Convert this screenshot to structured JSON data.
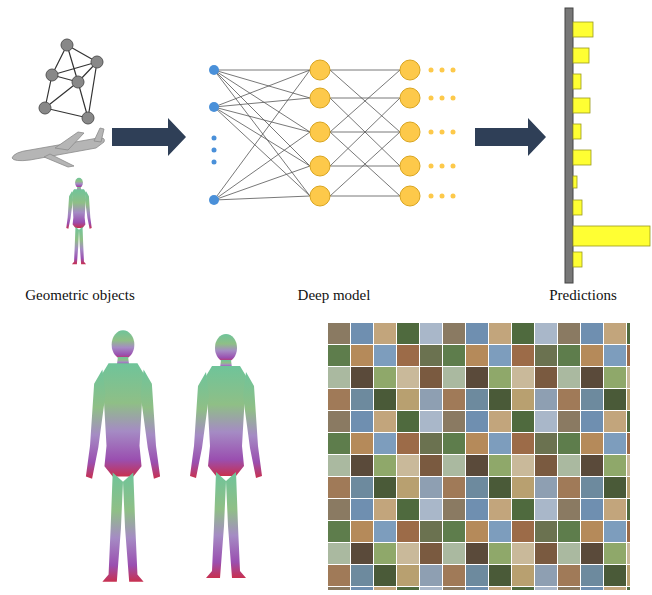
{
  "diagram": {
    "labels": [
      "Geometric objects",
      "Deep model",
      "Predictions"
    ]
  }
}
